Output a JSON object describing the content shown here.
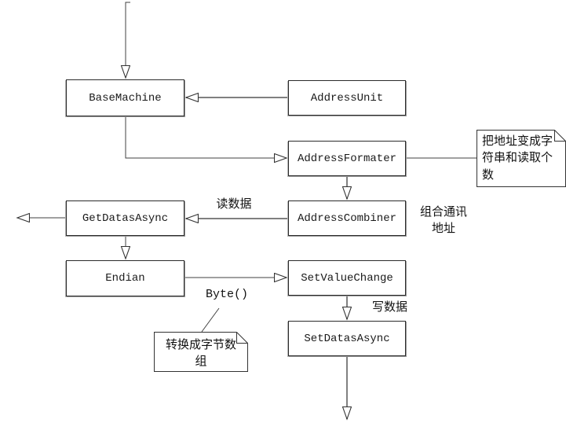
{
  "diagram": {
    "nodes": [
      {
        "id": "basemachine",
        "label": "BaseMachine"
      },
      {
        "id": "addressunit",
        "label": "AddressUnit"
      },
      {
        "id": "addressformater",
        "label": "AddressFormater"
      },
      {
        "id": "getdatasasync",
        "label": "GetDatasAsync"
      },
      {
        "id": "addresscombiner",
        "label": "AddressCombiner"
      },
      {
        "id": "endian",
        "label": "Endian"
      },
      {
        "id": "setvaluechange",
        "label": "SetValueChange"
      },
      {
        "id": "setdatasasync",
        "label": "SetDatasAsync"
      }
    ],
    "notes": [
      {
        "id": "note-address-format",
        "text": "把地址变成字符串和读取个数"
      },
      {
        "id": "note-byte-array",
        "text": "转换成字节数组"
      }
    ],
    "labels": [
      {
        "id": "read-data",
        "text": "读数据"
      },
      {
        "id": "combine-address",
        "text": "组合通讯地址"
      },
      {
        "id": "byte-call",
        "text": "Byte()"
      },
      {
        "id": "write-data",
        "text": "写数据"
      }
    ],
    "colors": {
      "background": "#ffffff",
      "line_black": "#404040",
      "line_gray": "#808080",
      "box_border": "#2b2b2b",
      "arrowhead_fill": "#ffffff"
    }
  }
}
